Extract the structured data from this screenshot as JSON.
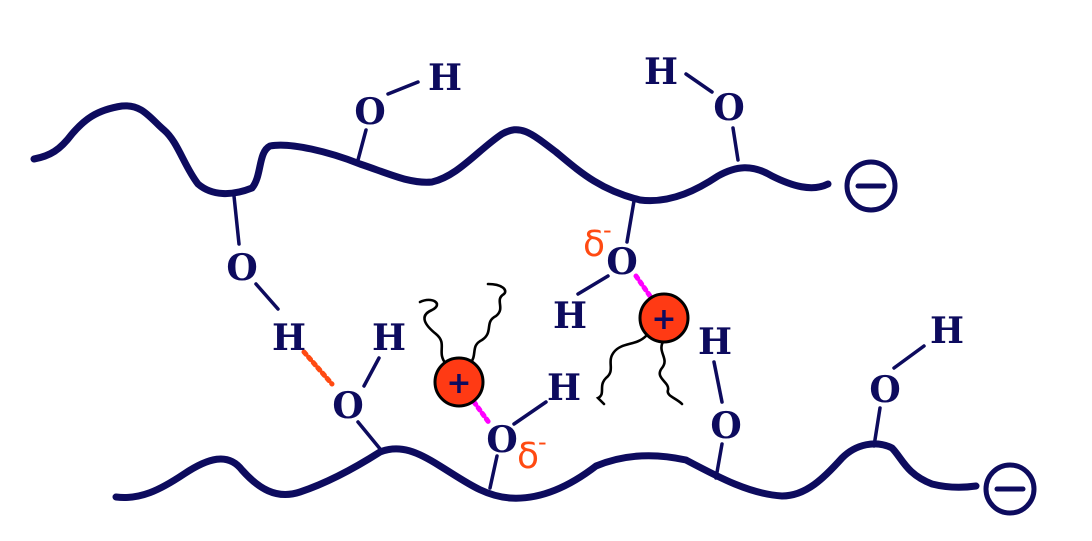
{
  "diagram": {
    "atoms": {
      "top_oh1_o": "O",
      "top_oh1_h": "H",
      "top_oh2_o": "O",
      "top_oh2_h": "H",
      "left_o": "O",
      "left_h": "H",
      "mid_o": "O",
      "mid_h": "H",
      "upper_o": "O",
      "upper_h": "H",
      "lower_o": "O",
      "lower_h": "H",
      "right_o": "O",
      "right_h": "H",
      "far_o": "O",
      "far_h": "H"
    },
    "partial_charges": {
      "upper_symbol": "δ",
      "upper_sign": "-",
      "lower_symbol": "δ",
      "lower_sign": "-"
    },
    "cations": {
      "left": "+",
      "right": "+"
    },
    "anions": {
      "top": "−",
      "bottom": "−"
    },
    "colors": {
      "chain": "#0d0b5e",
      "cation_fill": "#ff3a14",
      "h_bond": "#ff4a12",
      "ion_dipole": "#ff00ff",
      "partial_charge": "#ff4a12"
    }
  }
}
